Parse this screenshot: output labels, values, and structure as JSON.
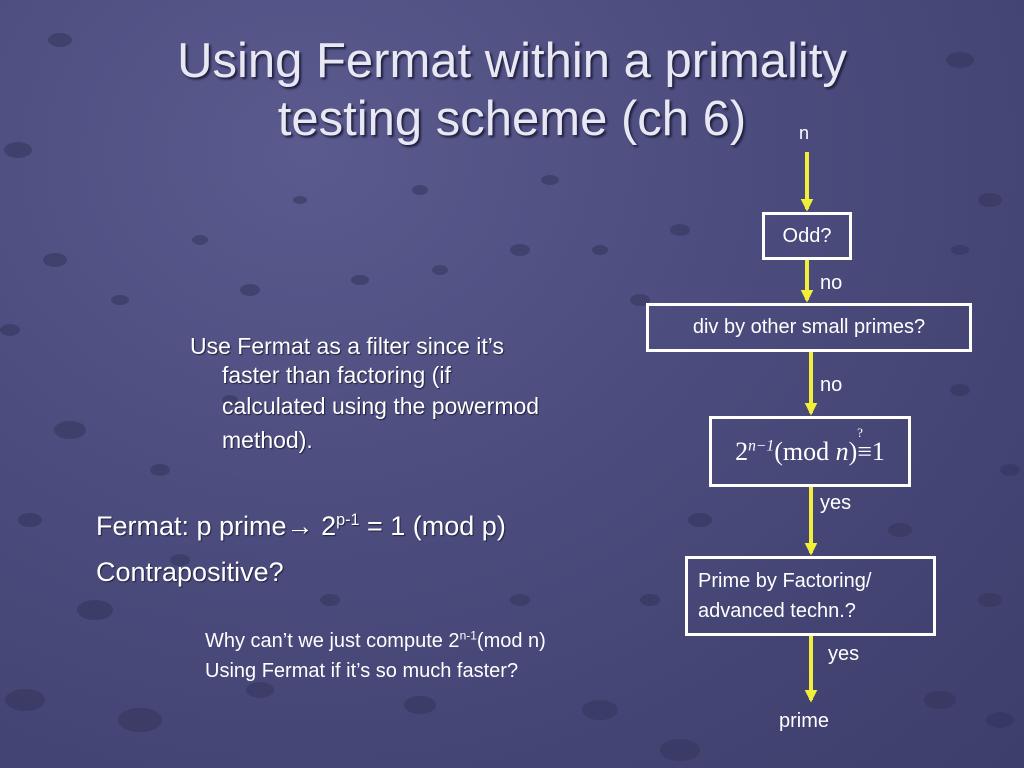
{
  "slide": {
    "title_line1": "Using Fermat within a primality",
    "title_line2": "testing scheme (ch 6)",
    "filter_text": {
      "line1": "Use Fermat as a filter since it’s",
      "line2": "faster than factoring (if",
      "line3": "calculated using the powermod",
      "line4": "method)."
    },
    "fermat": {
      "prefix": "Fermat: p prime",
      "arrow": "→",
      "base": "2",
      "exponent": "p-1",
      "suffix": " = 1 (mod p)"
    },
    "contrapositive": "Contrapositive?",
    "question": {
      "line1_prefix": "Why can’t we just compute 2",
      "line1_exp": "n-1",
      "line1_suffix": "(mod n)",
      "line2": "Using Fermat if it’s so much faster?"
    }
  },
  "flowchart": {
    "input_label": "n",
    "odd_box": "Odd?",
    "label_no_1": "no",
    "div_box": "div by other small primes?",
    "label_no_2": "no",
    "formula": {
      "base": "2",
      "exponent": "n−1",
      "middle": "(mod ",
      "var": "n",
      "close": ")",
      "symbol": "≡",
      "rhs": "1",
      "mark": "?"
    },
    "label_yes_1": "yes",
    "factor_box_line1": "Prime by Factoring/",
    "factor_box_line2": "advanced techn.?",
    "label_yes_2": "yes",
    "output_label": "prime"
  },
  "colors": {
    "background": "#4b4b7d",
    "arrow": "#f2ef3a",
    "text": "#ffffff"
  }
}
